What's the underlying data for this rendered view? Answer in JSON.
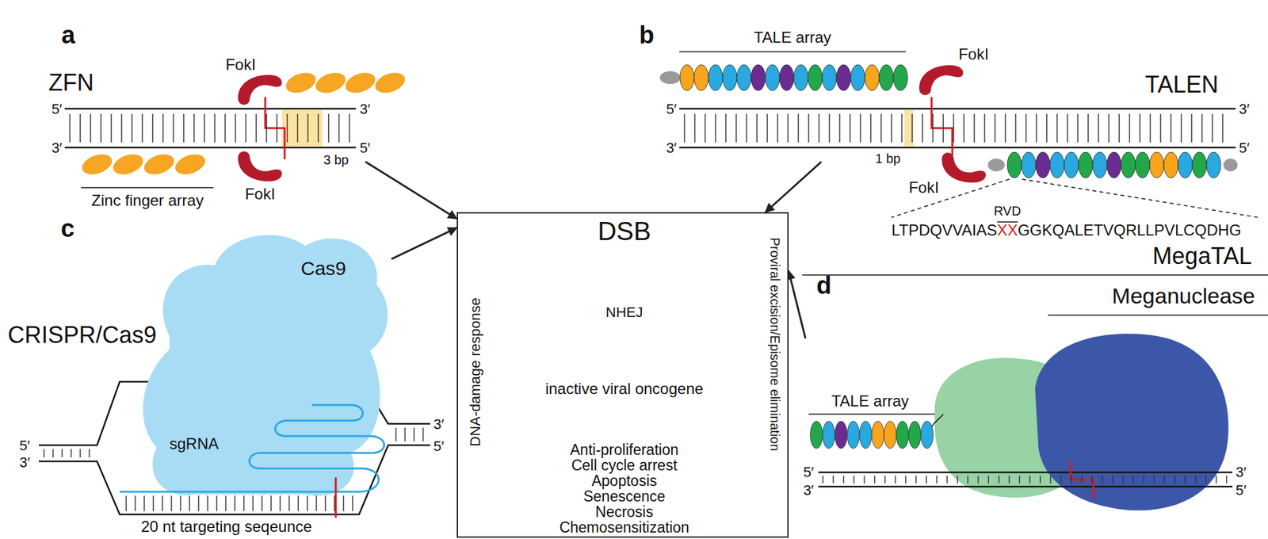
{
  "diagram": {
    "nodes": [
      {
        "text": [
          "a",
          "ZFN"
        ]
      },
      {
        "text": [
          "b",
          "TALEN"
        ]
      },
      {
        "text": [
          "DSB",
          "NHEJ",
          "inactive viral oncogene",
          "Anti-proliferation",
          "Cell cycle arrest",
          "Apoptosis",
          "Senescence",
          "Necrosis",
          "Chemosensitization",
          "DNA-damage response",
          "Proviral excision/Episome elimination"
        ]
      },
      {
        "text": [
          "c",
          "CRISPR/Cas9"
        ]
      },
      {
        "text": [
          "d",
          "MegaTAL"
        ]
      }
    ],
    "edges": [
      {
        "from": 0,
        "to": 2,
        "arrow": "to"
      },
      {
        "from": 1,
        "to": 2,
        "arrow": "to"
      },
      {
        "from": 3,
        "to": 2,
        "arrow": "to"
      },
      {
        "from": 4,
        "to": 2,
        "arrow": "to"
      }
    ],
    "labels": [
      "FokI",
      "FokI",
      "Zinc finger array",
      "3 bp",
      "5′",
      "3′",
      "3′",
      "5′",
      "TALE array",
      "FokI",
      "FokI",
      "1 bp",
      "5′",
      "3′",
      "3′",
      "5′",
      "RVD",
      "LTPDQVVAIAS",
      "XX",
      "GGKQALETVQRLLPVLCQDHG",
      "Cas9",
      "sgRNA",
      "20 nt targeting seqeunce",
      "5′",
      "3′",
      "3′",
      "5′",
      "Meganuclease",
      "TALE array",
      "5′",
      "3′",
      "3′",
      "5′"
    ]
  }
}
